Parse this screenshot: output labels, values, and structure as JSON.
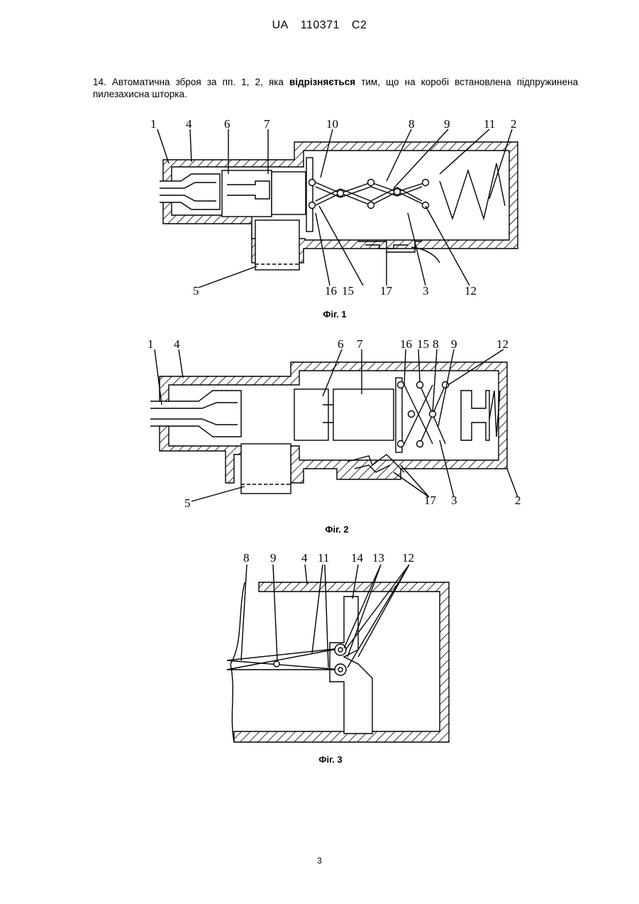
{
  "header": {
    "country": "UA",
    "number": "110371",
    "kind": "C2"
  },
  "claim": {
    "prefix": "14. Автоматична зброя за пп. 1, 2, яка ",
    "emphasis": "відрізняється",
    "suffix": " тим, що на коробі встановлена підпружинена пилезахисна шторка."
  },
  "figures": [
    {
      "caption": "Фіг. 1",
      "labels": [
        "1",
        "4",
        "6",
        "7",
        "10",
        "8",
        "9",
        "11",
        "2",
        "5",
        "16",
        "15",
        "17",
        "3",
        "12"
      ]
    },
    {
      "caption": "Фіг. 2",
      "labels": [
        "1",
        "4",
        "6",
        "7",
        "16",
        "15",
        "8",
        "9",
        "12",
        "5",
        "17",
        "3",
        "2"
      ]
    },
    {
      "caption": "Фіг. 3",
      "labels": [
        "8",
        "9",
        "4",
        "11",
        "14",
        "13",
        "12"
      ]
    }
  ],
  "page_number": "3"
}
